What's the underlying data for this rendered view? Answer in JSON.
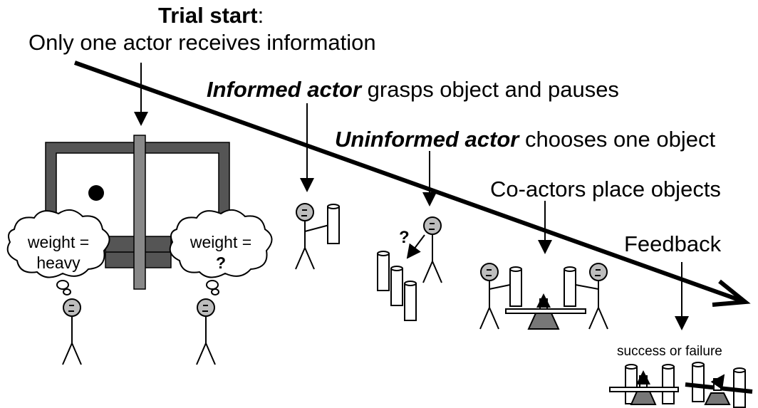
{
  "steps": {
    "trial_start": {
      "title": "Trial start",
      "colon": ":",
      "text": "Only one actor receives information"
    },
    "informed": {
      "emph": "Informed actor",
      "rest": " grasps object and pauses"
    },
    "uninformed": {
      "emph": "Uninformed actor",
      "rest": " chooses one object"
    },
    "coactors": {
      "text": "Co-actors place objects"
    },
    "feedback": {
      "text": "Feedback",
      "outcome": "success or failure"
    }
  },
  "thoughts": {
    "left": {
      "line1": "weight =",
      "line2": "heavy"
    },
    "right": {
      "line1": "weight =",
      "line2": "?"
    }
  },
  "question_mark": "?",
  "colors": {
    "frame": "#555555",
    "pillar": "#888888",
    "figure_fill": "#bdbdbd",
    "ink": "#000000"
  }
}
